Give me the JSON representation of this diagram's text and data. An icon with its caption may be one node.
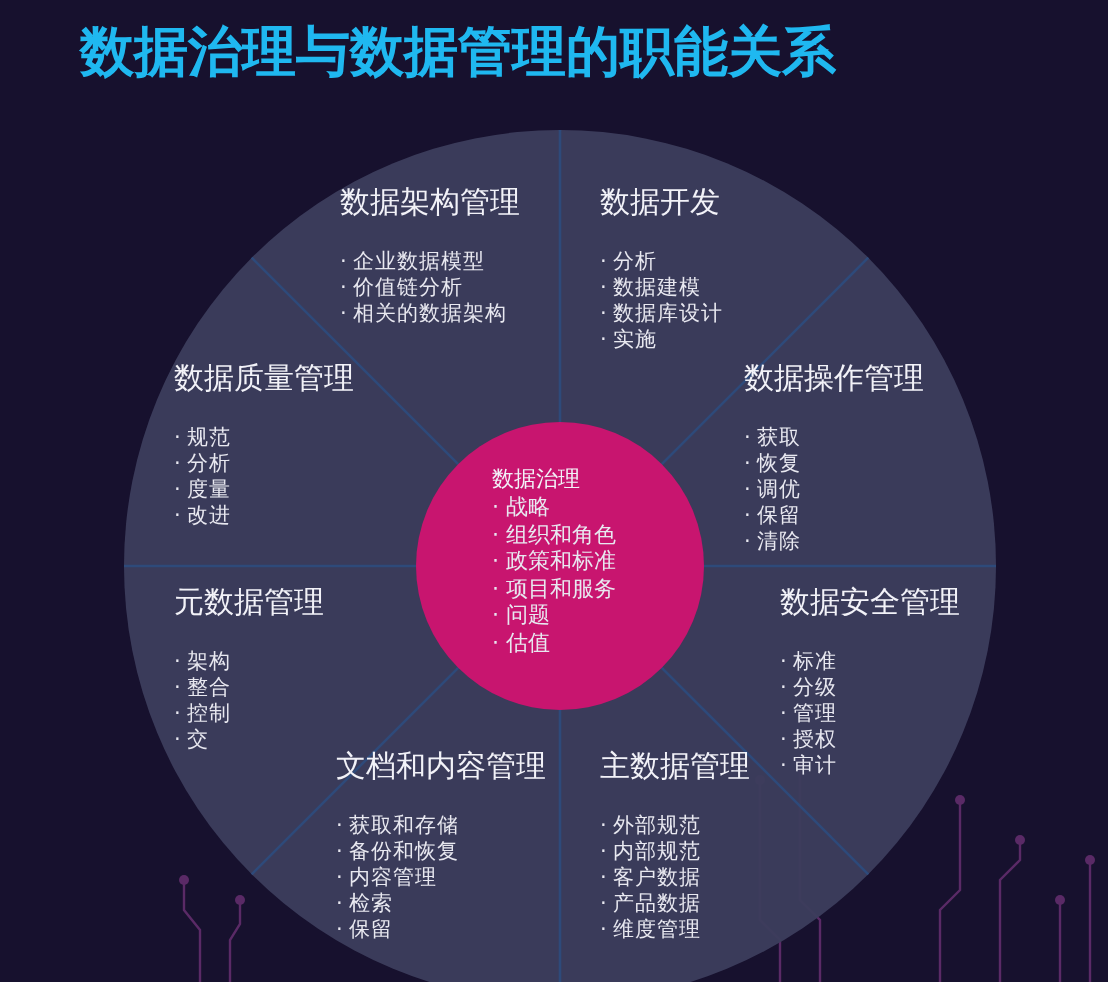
{
  "diagram": {
    "title": "数据治理与数据管理的职能关系",
    "nodes": [
      {
        "text": [
          "数据架构管理",
          "· 企业数据模型",
          "· 价值链分析",
          "· 相关的数据架构"
        ]
      },
      {
        "text": [
          "数据开发",
          "· 分析",
          "· 数据建模",
          "· 数据库设计",
          "· 实施"
        ]
      },
      {
        "text": [
          "数据质量管理",
          "· 规范",
          "· 分析",
          "· 度量",
          "· 改进"
        ]
      },
      {
        "text": [
          "数据操作管理",
          "· 获取",
          "· 恢复",
          "· 调优",
          "· 保留",
          "· 清除"
        ]
      },
      {
        "text": [
          "数据治理",
          "· 战略",
          "· 组织和角色",
          "· 政策和标准",
          "· 项目和服务",
          "· 问题",
          "· 估值"
        ]
      },
      {
        "text": [
          "元数据管理",
          "· 架构",
          "· 整合",
          "· 控制",
          "· 交"
        ]
      },
      {
        "text": [
          "数据安全管理",
          "· 标准",
          "· 分级",
          "· 管理",
          "· 授权",
          "· 审计"
        ]
      },
      {
        "text": [
          "文档和内容管理",
          "· 获取和存储",
          "· 备份和恢复",
          "· 内容管理",
          "· 检索",
          "· 保留"
        ]
      },
      {
        "text": [
          "主数据管理",
          "· 外部规范",
          "· 内部规范",
          "· 客户数据",
          "· 产品数据",
          "· 维度管理"
        ]
      }
    ]
  }
}
